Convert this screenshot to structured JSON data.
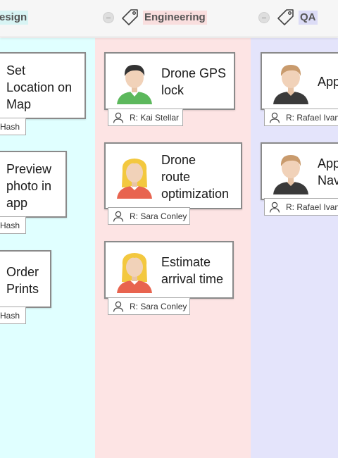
{
  "lanes": [
    {
      "title": "esign",
      "bg_color": "#e0ffff",
      "title_bg": "#d8f4f4"
    },
    {
      "title": "Engineering",
      "bg_color": "#fde4e4",
      "title_bg": "#f9dede"
    },
    {
      "title": "QA",
      "bg_color": "#e4e4fb",
      "title_bg": "#dcdcf6"
    }
  ],
  "cards": {
    "design": [
      {
        "title_lines": [
          "Set",
          "Location on",
          "Map"
        ],
        "tag": "Hash"
      },
      {
        "title_lines": [
          "Preview",
          "photo in",
          "app"
        ],
        "tag": "Hash"
      },
      {
        "title_lines": [
          "Order",
          "Prints"
        ],
        "tag": "Hash"
      }
    ],
    "engineering": [
      {
        "title_lines": [
          "Drone GPS",
          "lock"
        ],
        "reviewer": "R: Kai Stellar",
        "avatar": "male-green-shirt-avatar"
      },
      {
        "title_lines": [
          "Drone",
          "route",
          "optimization"
        ],
        "reviewer": "R: Sara Conley",
        "avatar": "female-blonde-avatar"
      },
      {
        "title_lines": [
          "Estimate",
          "arrival time"
        ],
        "reviewer": "R: Sara Conley",
        "avatar": "female-blonde-avatar"
      }
    ],
    "qa": [
      {
        "title_lines": [
          "App"
        ],
        "reviewer": "R: Rafael Ivanc",
        "avatar": "male-dark-shirt-avatar"
      },
      {
        "title_lines": [
          "App",
          "Nav"
        ],
        "reviewer": "R: Rafael Ivanc",
        "avatar": "male-dark-shirt-avatar"
      }
    ]
  },
  "icons": {
    "collapse": "minus-circle-icon",
    "lane_tag": "tag-icon",
    "reviewer": "person-icon"
  }
}
